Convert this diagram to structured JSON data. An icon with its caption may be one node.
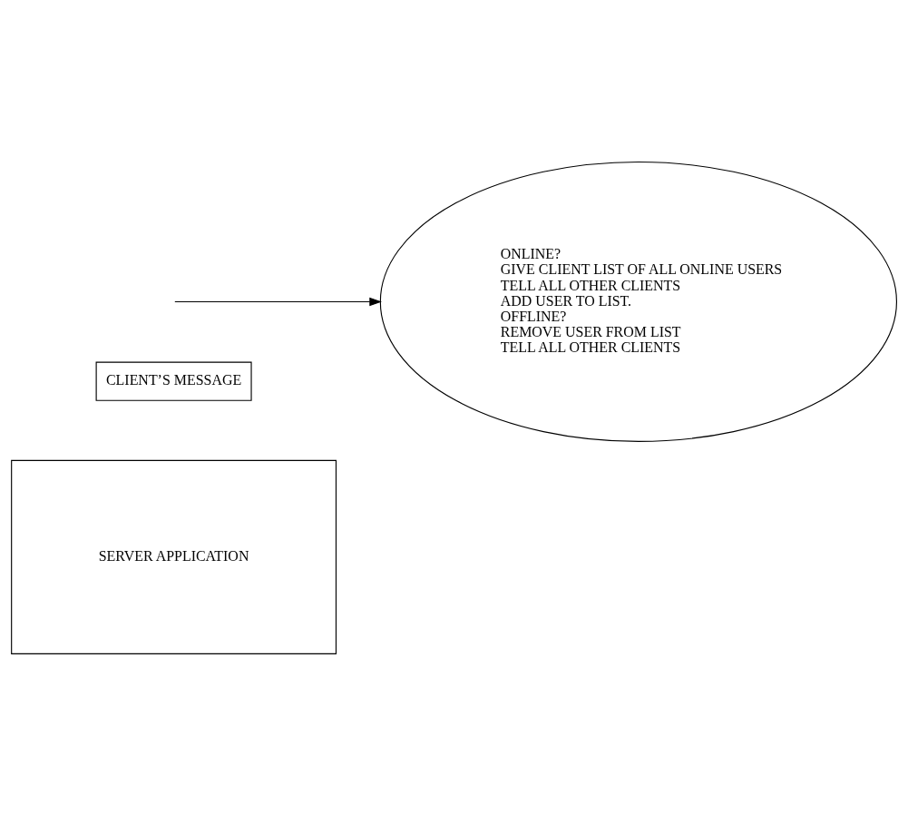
{
  "diagram": {
    "nodes": [
      {
        "text": [
          "SERVER APPLICATION"
        ]
      },
      {
        "text": [
          "CLIENT’S MESSAGE"
        ]
      },
      {
        "text": [
          "ONLINE?",
          "GIVE CLIENT LIST OF ALL ONLINE USERS",
          "TELL ALL OTHER CLIENTS",
          "ADD USER TO LIST.",
          "OFFLINE?",
          "REMOVE USER FROM LIST",
          "TELL ALL OTHER CLIENTS"
        ]
      }
    ],
    "edges": [
      {
        "from": null,
        "to": 2,
        "arrow": "to"
      }
    ]
  }
}
